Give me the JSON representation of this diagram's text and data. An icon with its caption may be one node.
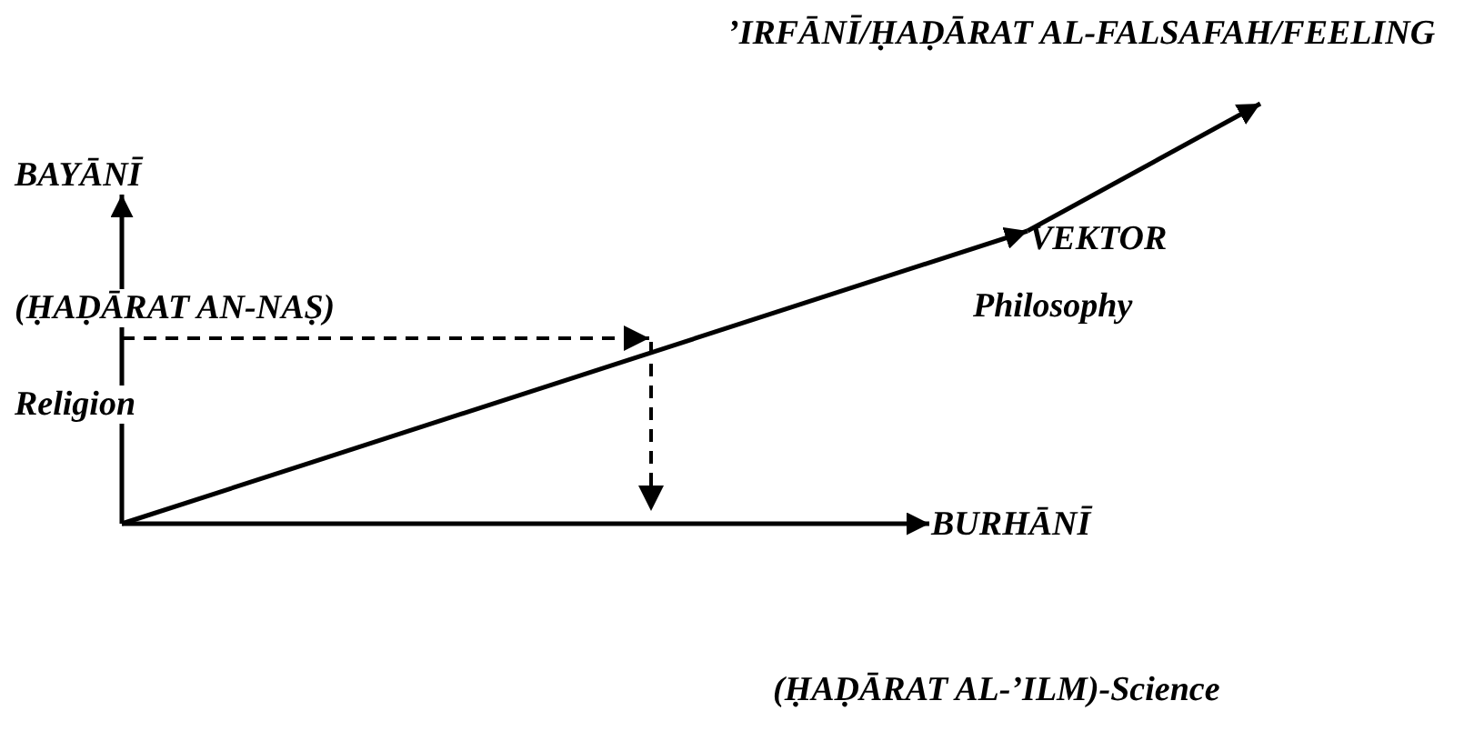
{
  "diagram": {
    "nodes": [
      {
        "text": [
          "’IRFĀNĪ/ḤAḌĀRAT AL-FALSAFAH/FEELING"
        ]
      },
      {
        "text": [
          "BAYĀNĪ"
        ]
      },
      {
        "text": [
          "VEKTOR"
        ]
      },
      {
        "text": [
          "BURHĀNĪ"
        ]
      }
    ],
    "edges": [
      {
        "from": null,
        "to": 1,
        "arrow": "to"
      },
      {
        "from": null,
        "to": 3,
        "arrow": "to"
      },
      {
        "from": null,
        "to": 2,
        "arrow": "to"
      },
      {
        "from": 2,
        "to": 0,
        "arrow": "to"
      }
    ],
    "labels": [
      "(ḤAḌĀRAT AN-NAṢ)",
      "Philosophy",
      "Religion",
      "(ḤAḌĀRAT AL-’ILM)-Science"
    ]
  }
}
